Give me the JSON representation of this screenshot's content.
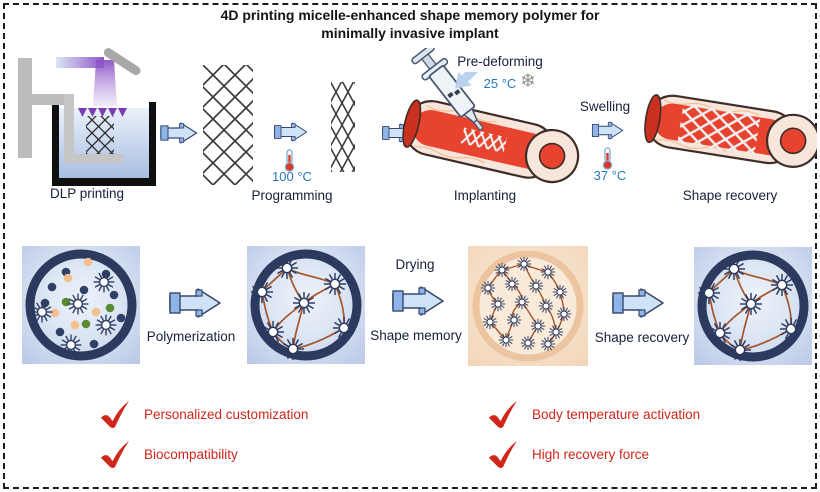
{
  "figure": {
    "title_line1": "4D printing micelle-enhanced shape memory polymer for",
    "title_line2": "minimally invasive implant"
  },
  "top_row": {
    "dlp": "DLP printing",
    "programming": "Programming",
    "programming_temp": "100 °C",
    "pre_deforming": "Pre-deforming",
    "pre_deforming_temp": "25 °C",
    "implanting": "Implanting",
    "swelling": "Swelling",
    "swelling_temp": "37 °C",
    "shape_recovery": "Shape recovery"
  },
  "middle_row": {
    "polymerization": "Polymerization",
    "drying": "Drying",
    "shape_memory": "Shape memory",
    "shape_recovery": "Shape recovery"
  },
  "features": {
    "left": [
      {
        "label": "Personalized customization"
      },
      {
        "label": "Biocompatibility"
      }
    ],
    "right": [
      {
        "label": "Body temperature activation"
      },
      {
        "label": "High recovery force"
      }
    ]
  },
  "icons": {
    "snowflake": "❄"
  },
  "colors": {
    "feature_red": "#d1261a",
    "temp_blue": "#2878bf",
    "label_navy": "#16203a",
    "ring_navy": "#2b3a5e",
    "chain_brown": "#a5552a",
    "vessel_red": "#e8432e",
    "arrow_fill": "#cfe3f8",
    "arrow_accent": "#8fb4e8",
    "beam_purple": "#8d5fc9"
  }
}
